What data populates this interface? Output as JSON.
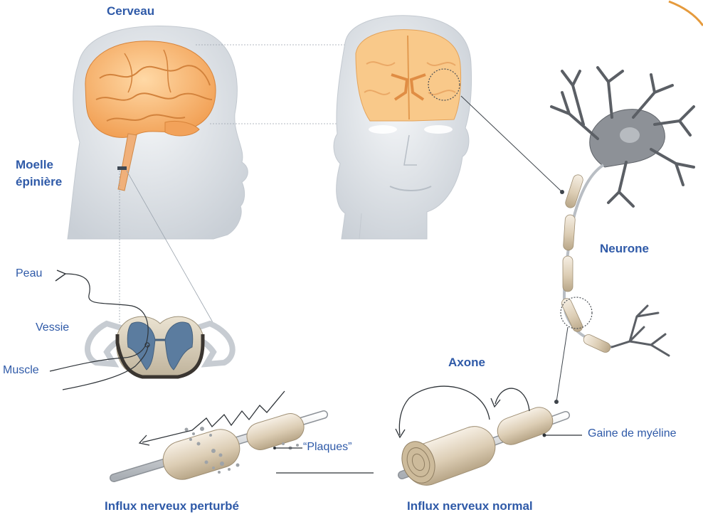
{
  "labels": {
    "brain": "Cerveau",
    "spinal_cord_line1": "Moelle",
    "spinal_cord_line2": "épinière",
    "neuron": "Neurone",
    "axon": "Axone",
    "skin": "Peau",
    "bladder": "Vessie",
    "muscle": "Muscle",
    "plaques": "“Plaques”",
    "myelin": "Gaine de myéline",
    "disrupted": "Influx nerveux perturbé",
    "normal": "Influx nerveux normal"
  },
  "colors": {
    "label_blue": "#2f5aa8",
    "brain_orange": "#f3a55a",
    "head_gray": "#dfe3e8",
    "myelin_beige": "#e4d8c4",
    "grey_matter": "#5d7fa3",
    "corner_arc": "#e59a3c"
  }
}
